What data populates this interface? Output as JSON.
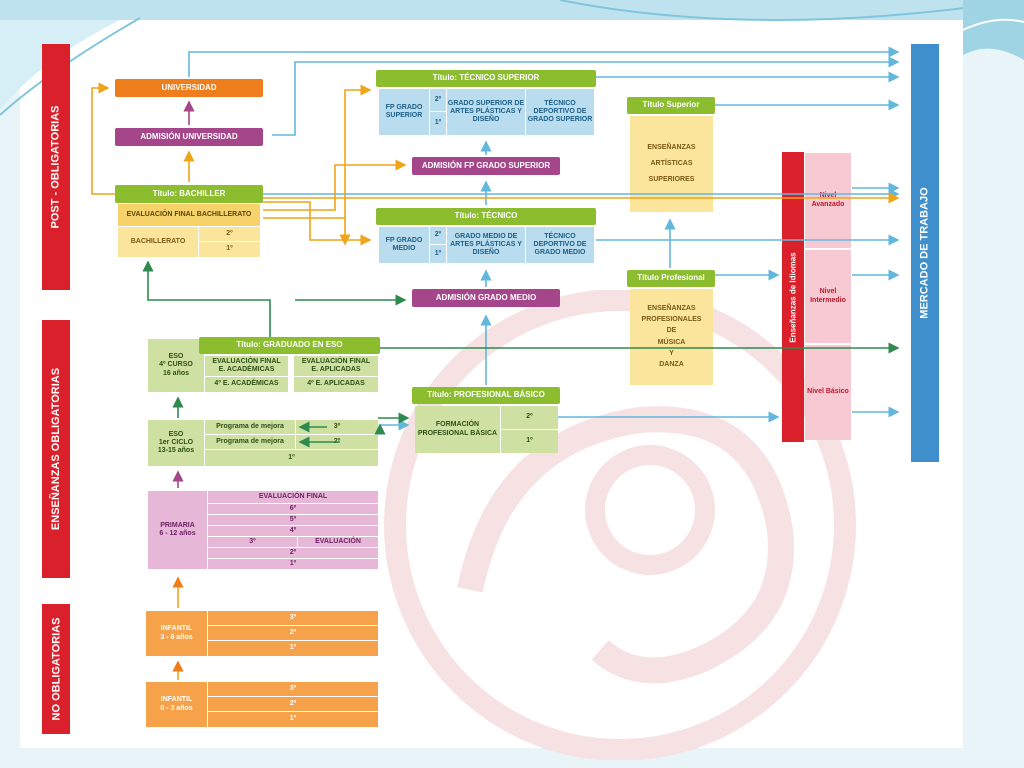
{
  "colors": {
    "red": "#d9202b",
    "blue": "#3e8fcb",
    "green": "#8bbd2f",
    "purple": "#a5468b",
    "orange": "#ee7d1c",
    "orange_light": "#f6a24b",
    "gold": "#f0a418",
    "teal_arrow": "#62b7dd",
    "dark_green_arrow": "#2e8a4e",
    "pink": "#f6c9d3"
  },
  "side_labels": {
    "post": "POST - OBLIGATORIAS",
    "obligatorias": "ENSEÑANZAS OBLIGATORIAS",
    "no_obligatorias": "NO OBLIGATORIAS",
    "mercado": "MERCADO DE TRABAJO",
    "idiomas": "Enseñanzas de Idiomas"
  },
  "universidad": "UNIVERSIDAD",
  "admision_universidad": "ADMISIÓN UNIVERSIDAD",
  "bachiller": {
    "title": "Título: BACHILLER",
    "evaluacion": "EVALUACIÓN FINAL BACHILLERATO",
    "label": "BACHILLERATO",
    "y2": "2º",
    "y1": "1º"
  },
  "tecnico_superior": {
    "title": "Título: TÉCNICO SUPERIOR",
    "fp": "FP GRADO SUPERIOR",
    "y2": "2º",
    "y1": "1º",
    "artes": "GRADO SUPERIOR DE ARTES PLÁSTICAS Y DISEÑO",
    "deportivo": "TÉCNICO DEPORTIVO DE GRADO SUPERIOR"
  },
  "admision_fp_superior": "ADMISIÓN FP GRADO SUPERIOR",
  "tecnico": {
    "title": "Título: TÉCNICO",
    "fp": "FP GRADO MEDIO",
    "y2": "2º",
    "y1": "1º",
    "artes": "GRADO MEDIO DE ARTES PLÁSTICAS Y DISEÑO",
    "deportivo": "TÉCNICO DEPORTIVO DE GRADO MEDIO"
  },
  "admision_grado_medio": "ADMISIÓN GRADO MEDIO",
  "titulo_superior": {
    "title": "Título Superior",
    "body_line1": "ENSEÑANZAS",
    "body_line2": "ARTÍSTICAS",
    "body_line3": "SUPERIORES"
  },
  "titulo_profesional": {
    "title": "Título Profesional",
    "body_line1": "ENSEÑANZAS",
    "body_line2": "PROFESIONALES",
    "body_line3": "DE",
    "body_line4": "MÚSICA",
    "body_line5": "Y",
    "body_line6": "DANZA"
  },
  "niveles": {
    "avanzado": "Nivel Avanzado",
    "intermedio": "Nivel Intermedio",
    "basico": "Nivel Básico"
  },
  "graduado_eso": {
    "title": "Título: GRADUADO EN ESO",
    "eso4_line1": "ESO",
    "eso4_line2": "4º CURSO",
    "eso4_line3": "16 años",
    "eval_acad_line1": "EVALUACIÓN FINAL",
    "eval_acad_line2": "E. ACADÉMICAS",
    "eval_apl_line1": "EVALUACIÓN FINAL",
    "eval_apl_line2": "E. APLICADAS",
    "cuarto_acad": "4º E. ACADÉMICAS",
    "cuarto_apl": "4º E. APLICADAS"
  },
  "eso1": {
    "line1": "ESO",
    "line2": "1er CICLO",
    "line3": "13-15 años",
    "mejora1": "Programa de mejora",
    "y3": "3º",
    "mejora2": "Programa de mejora",
    "y2": "2º",
    "y1": "1º"
  },
  "profesional_basico": {
    "title": "Título: PROFESIONAL BÁSICO",
    "body": "FORMACIÓN PROFESIONAL BÁSICA",
    "y2": "2º",
    "y1": "1º"
  },
  "primaria": {
    "label": "PRIMARIA",
    "ages": "6 - 12 años",
    "evaluacion_final": "EVALUACIÓN FINAL",
    "y6": "6º",
    "y5": "5º",
    "y4": "4º",
    "y3": "3º",
    "evaluacion": "EVALUACIÓN",
    "y2": "2º",
    "y1": "1º"
  },
  "infantil_36": {
    "label": "INFANTIL",
    "ages": "3 - 6 años",
    "y3": "3º",
    "y2": "2º",
    "y1": "1º"
  },
  "infantil_03": {
    "label": "INFANTIL",
    "ages": "0 - 3 años",
    "y3": "3º",
    "y2": "2º",
    "y1": "1º"
  }
}
